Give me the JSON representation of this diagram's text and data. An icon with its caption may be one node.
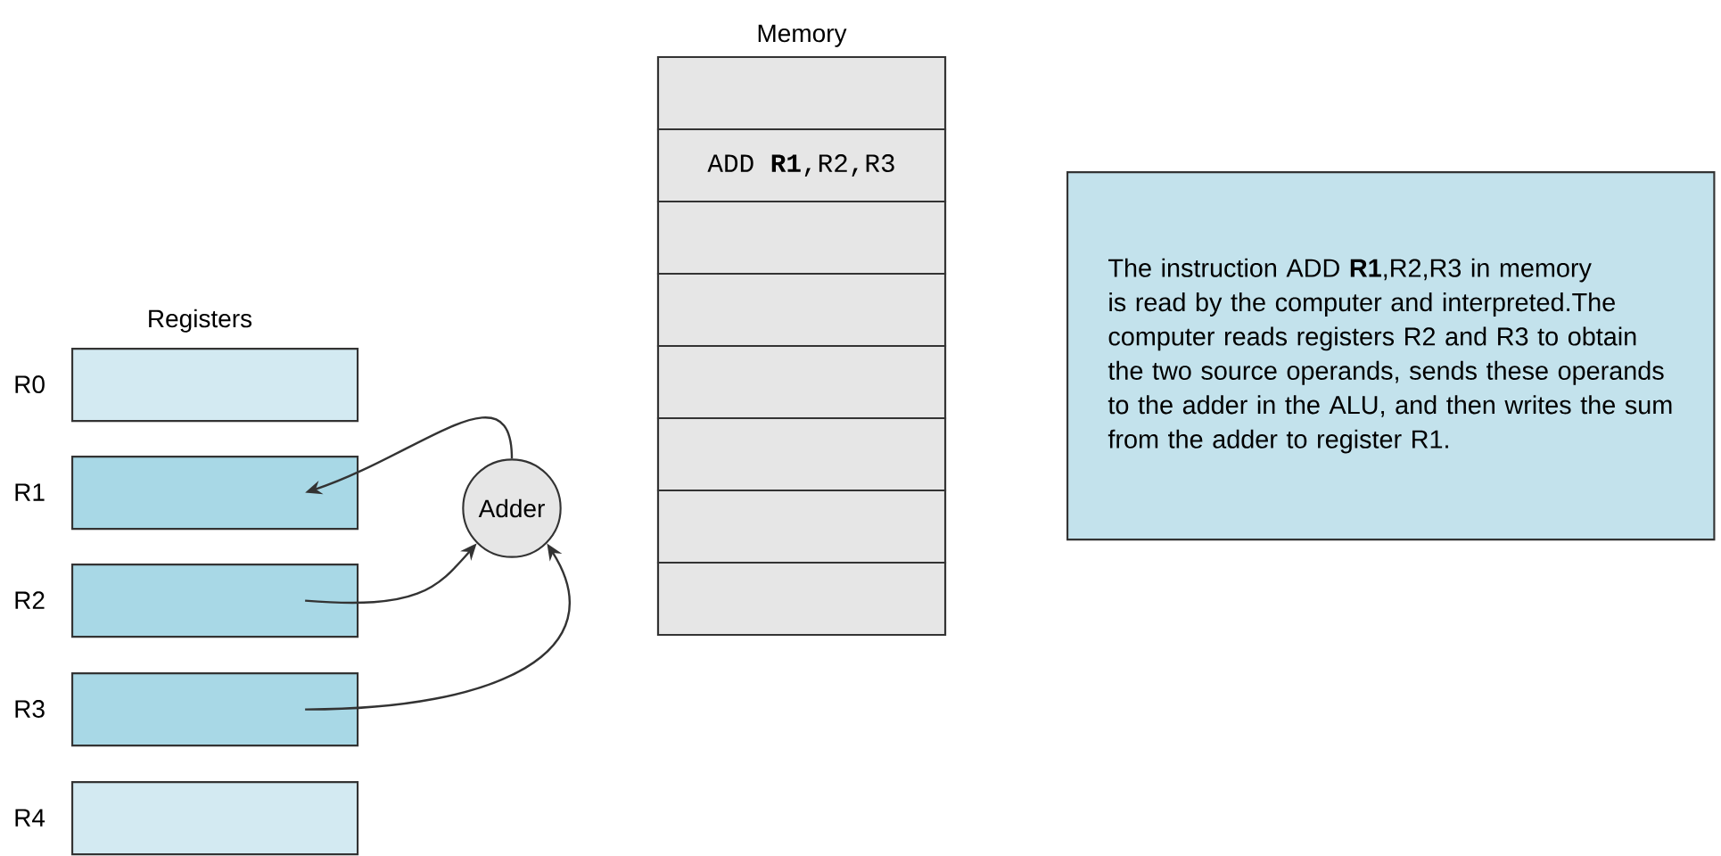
{
  "diagram": {
    "nodes": [
      {
        "text": [
          "Memory"
        ]
      },
      {
        "text": [],
        "shape": "box",
        "in": 0
      },
      {
        "text": [
          "ADD **R1**,R2,R3"
        ],
        "in": 0
      },
      {
        "text": [],
        "shape": "box",
        "in": 0
      },
      {
        "text": [],
        "shape": "box",
        "in": 0
      },
      {
        "text": [],
        "shape": "box",
        "in": 0
      },
      {
        "text": [],
        "shape": "box",
        "in": 0
      },
      {
        "text": [],
        "shape": "box",
        "in": 0
      },
      {
        "text": [],
        "shape": "box",
        "in": 0
      },
      {
        "text": [
          "The instruction ADD **R1**,R2,R3 in memory is read by the computer and interpreted.The computer reads registers R2 and R3 to obtain the two source operands, sends these operands to the adder in the ALU, and then writes the sum from the adder to register R1."
        ]
      },
      {
        "text": [],
        "shape": "box",
        "beside": [
          "R0"
        ]
      },
      {
        "text": [],
        "shape": "box",
        "beside": [
          "R1"
        ]
      },
      {
        "text": [],
        "shape": "box",
        "beside": [
          "R2"
        ]
      },
      {
        "text": [],
        "shape": "box",
        "beside": [
          "R3"
        ]
      },
      {
        "text": [],
        "shape": "box",
        "beside": [
          "R4"
        ]
      },
      {
        "text": [
          "Adder"
        ]
      }
    ],
    "edges": [
      {
        "from": 15,
        "to": 11,
        "arrow": "to"
      },
      {
        "from": 12,
        "to": 15,
        "arrow": "to"
      },
      {
        "from": 13,
        "to": 15,
        "arrow": "to"
      }
    ],
    "labels": [
      "Registers"
    ]
  }
}
